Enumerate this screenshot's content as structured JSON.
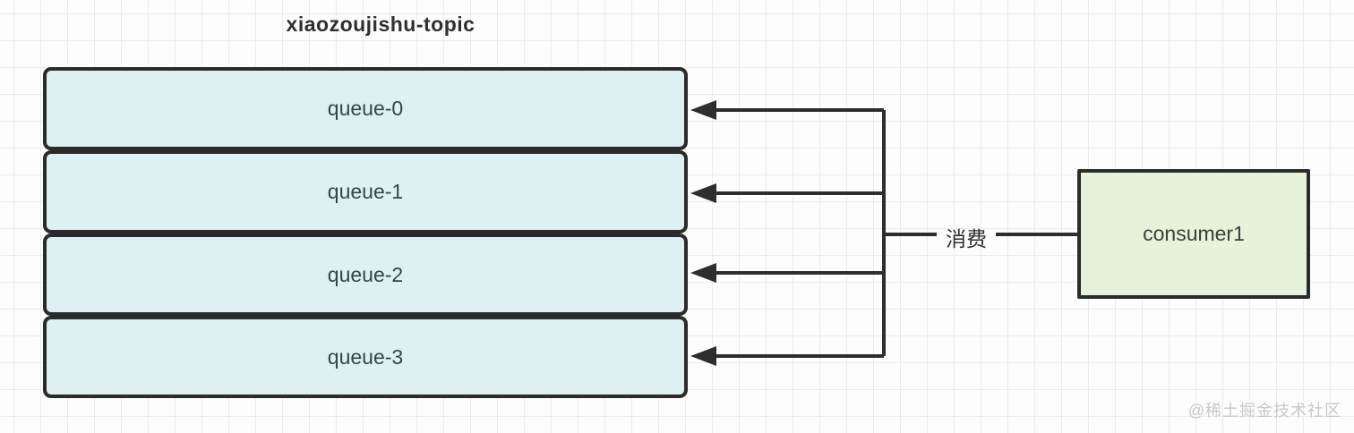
{
  "diagram": {
    "title": "xiaozoujishu-topic",
    "topic": {
      "queues": [
        {
          "label": "queue-0"
        },
        {
          "label": "queue-1"
        },
        {
          "label": "queue-2"
        },
        {
          "label": "queue-3"
        }
      ]
    },
    "consumer": {
      "label": "consumer1"
    },
    "edge": {
      "label": "消费"
    },
    "watermark": "@稀土掘金技术社区",
    "colors": {
      "queue_fill": "#def0f2",
      "consumer_fill": "#e6f2da",
      "node_border": "#2b2b2b",
      "edge_stroke": "#2e2e2e",
      "background": "#fdfdfd",
      "grid_line": "#ececec",
      "title_text": "#303030",
      "watermark_text": "#c9c9c9"
    }
  }
}
